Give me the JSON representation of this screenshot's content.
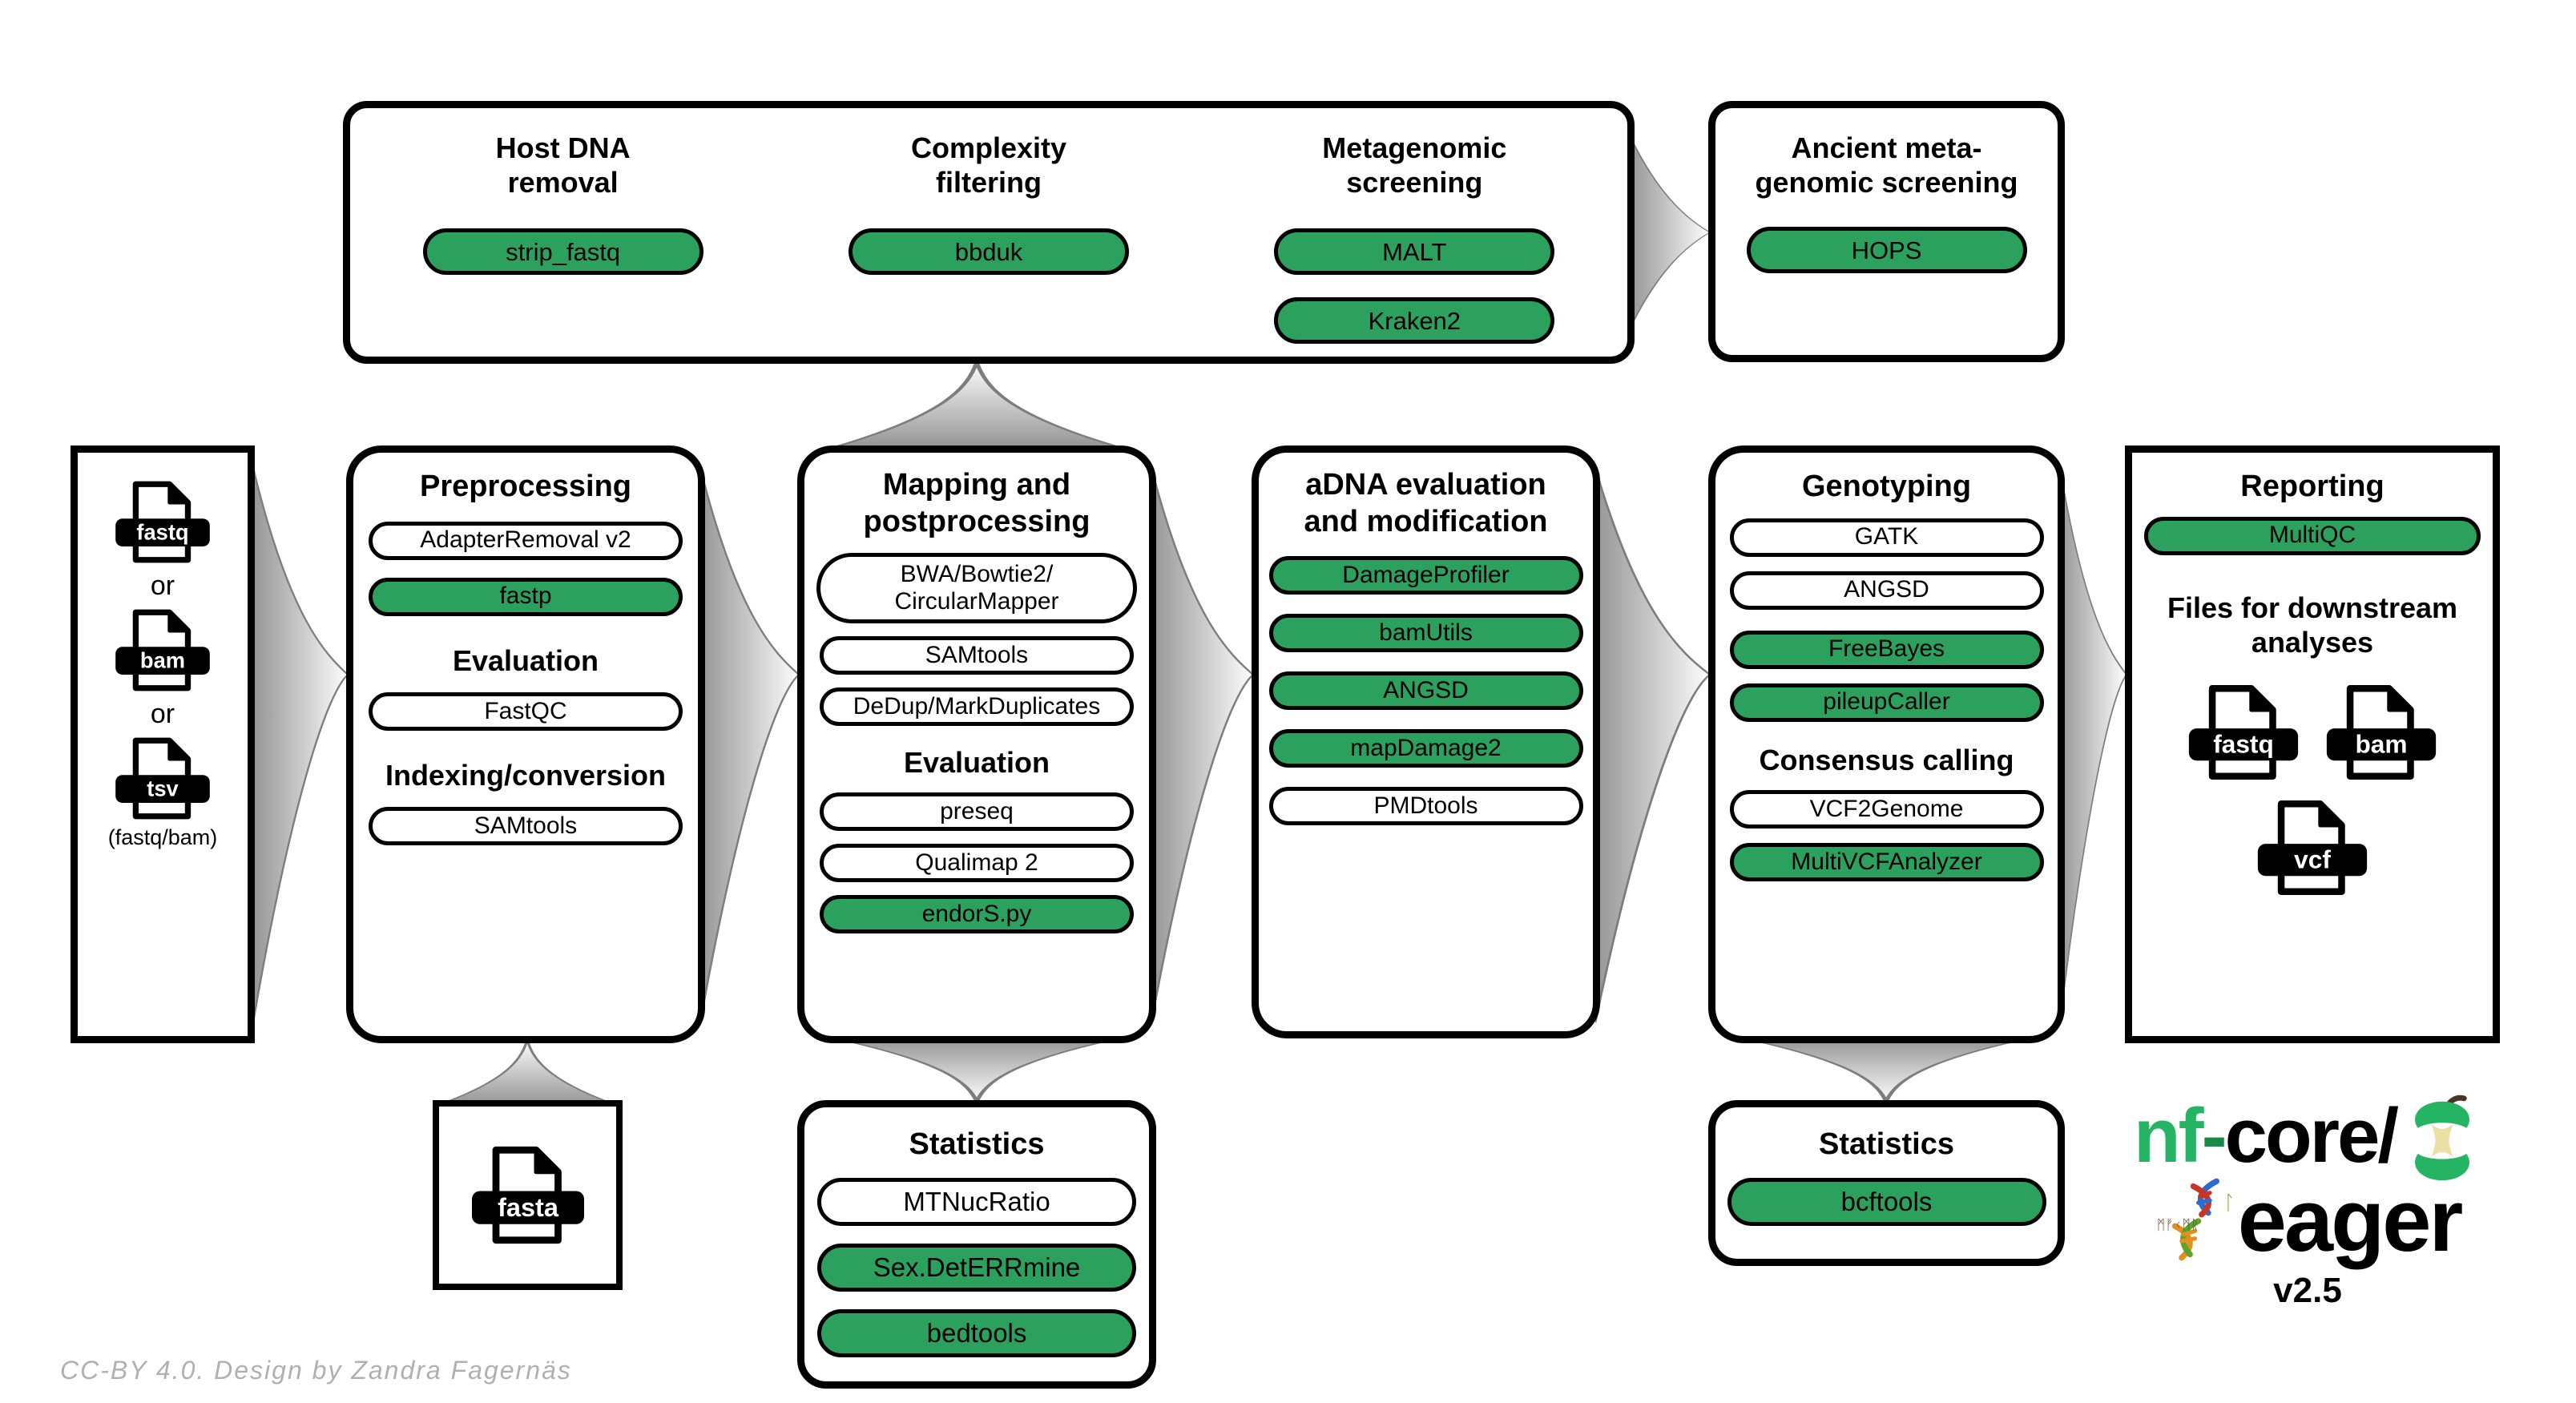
{
  "theme": {
    "green_hex": "#2ba15d",
    "logo_green_hex": "#24b464",
    "arrow_gray_hex": "#959595",
    "credit_gray_hex": "#b0b0b0"
  },
  "top_box": {
    "columns": [
      {
        "title": "Host DNA\nremoval",
        "pills": [
          {
            "label": "strip_fastq"
          }
        ]
      },
      {
        "title": "Complexity\nfiltering",
        "pills": [
          {
            "label": "bbduk"
          }
        ]
      },
      {
        "title": "Metagenomic\nscreening",
        "pills": [
          {
            "label": "MALT"
          },
          {
            "label": "Kraken2"
          }
        ]
      }
    ]
  },
  "ancient_box": {
    "title": "Ancient meta-\ngenomic screening",
    "pills": [
      {
        "label": "HOPS"
      }
    ]
  },
  "input_box": {
    "files": [
      {
        "label": "fastq"
      },
      {
        "label": "bam"
      },
      {
        "label": "tsv"
      }
    ],
    "separator": "or",
    "caption": "(fastq/bam)"
  },
  "preprocessing_box": {
    "title": "Preprocessing",
    "tool1": "AdapterRemoval v2",
    "tool2": "fastp",
    "subtitle1": "Evaluation",
    "tool3": "FastQC",
    "subtitle2": "Indexing/conversion",
    "tool4": "SAMtools"
  },
  "mapping_box": {
    "title": "Mapping and\npostprocessing",
    "tool1": "BWA/Bowtie2/\nCircularMapper",
    "tool2": "SAMtools",
    "tool3": "DeDup/MarkDuplicates",
    "subtitle": "Evaluation",
    "tool4": "preseq",
    "tool5": "Qualimap 2",
    "tool6": "endorS.py"
  },
  "adna_box": {
    "title": "aDNA evaluation\nand modification",
    "tool1": "DamageProfiler",
    "tool2": "bamUtils",
    "tool3": "ANGSD",
    "tool4": "mapDamage2",
    "tool5": "PMDtools"
  },
  "genotyping_box": {
    "title": "Genotyping",
    "tool1": "GATK",
    "tool2": "ANGSD",
    "tool3": "FreeBayes",
    "tool4": "pileupCaller",
    "subtitle": "Consensus calling",
    "tool5": "VCF2Genome",
    "tool6": "MultiVCFAnalyzer"
  },
  "reporting_box": {
    "title": "Reporting",
    "tool1": "MultiQC",
    "subtitle": "Files for downstream\nanalyses",
    "files": [
      {
        "label": "fastq"
      },
      {
        "label": "bam"
      },
      {
        "label": "vcf"
      }
    ]
  },
  "fasta_box": {
    "file": {
      "label": "fasta"
    }
  },
  "stats_mapping_box": {
    "title": "Statistics",
    "tool1": "MTNucRatio",
    "tool2": "Sex.DetERRmine",
    "tool3": "bedtools"
  },
  "stats_genotyping_box": {
    "title": "Statistics",
    "tool1": "bcftools"
  },
  "logo": {
    "prefix": "nf",
    "dash": "-",
    "suffix": "core/",
    "name": "eager",
    "version": "v2.5",
    "runes": "ᛗᚠᚲᛗᚱ",
    "rune_accent": "ᛚ"
  },
  "credit": "CC-BY 4.0. Design by Zandra Fagernäs"
}
